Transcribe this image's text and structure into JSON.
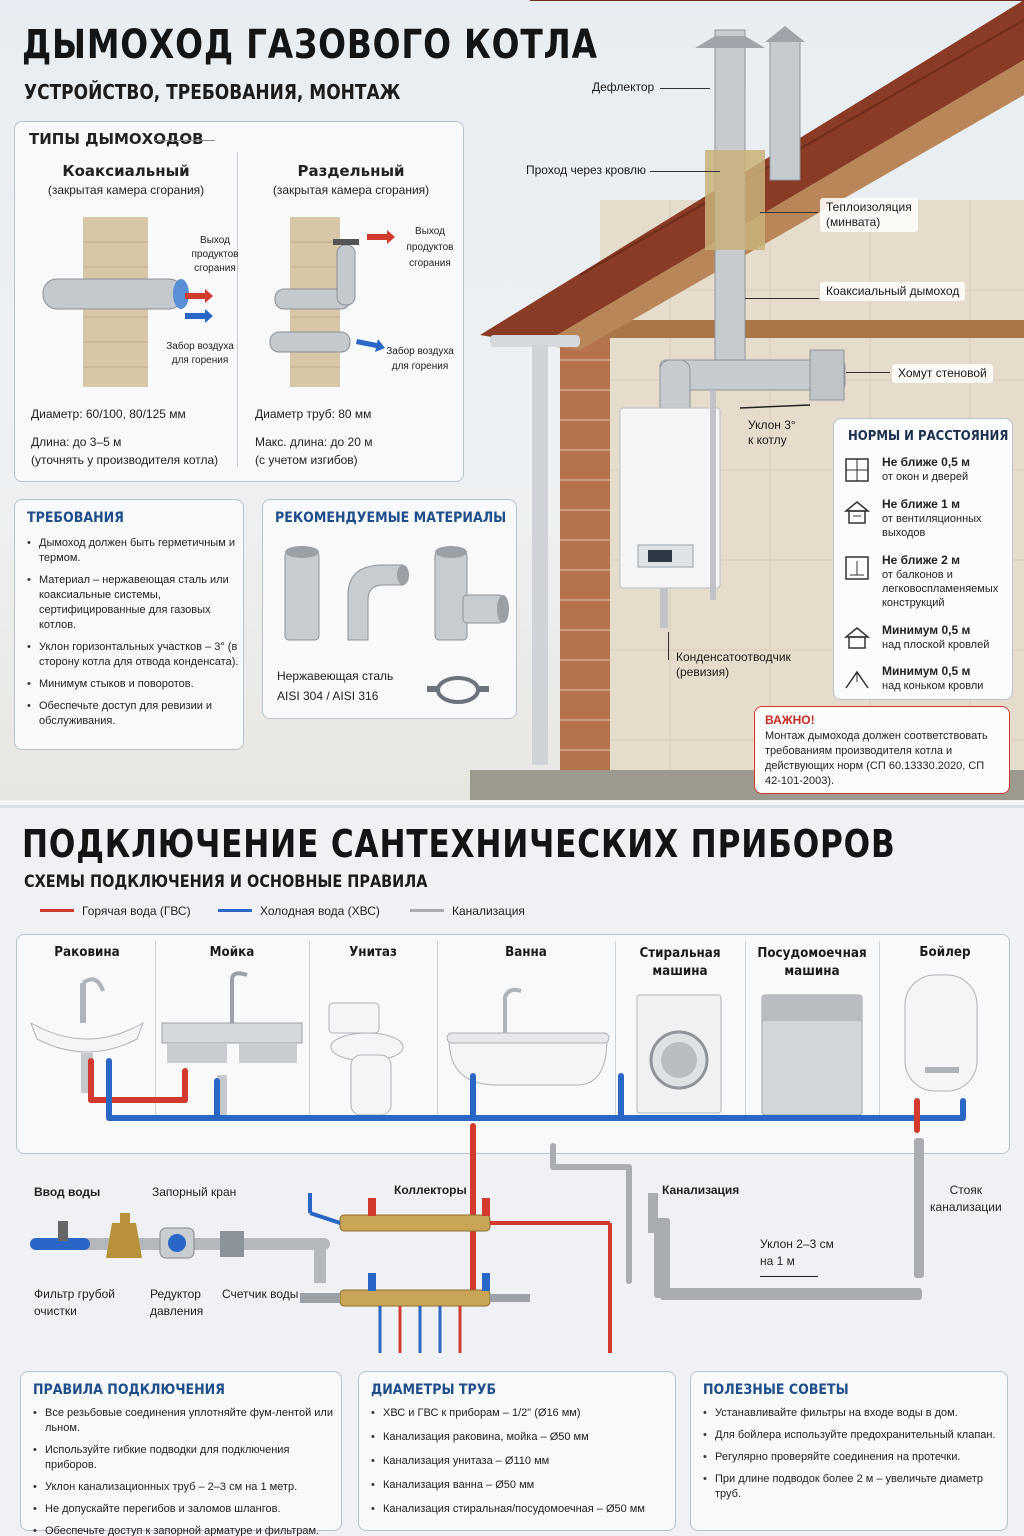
{
  "top": {
    "title": "ДЫМОХОД ГАЗОВОГО КОТЛА",
    "subtitle": "УСТРОЙСТВО, ТРЕБОВАНИЯ, МОНТАЖ",
    "types": {
      "heading": "ТИПЫ ДЫМОХОДОВ",
      "coaxial": {
        "name": "Коаксиальный",
        "note": "(закрытая камера сгорания)",
        "exhaust": "Выход продуктов сгорания",
        "intake": "Забор воздуха для горения",
        "diameter": "Диаметр: 60/100, 80/125 мм",
        "length": "Длина: до 3–5 м",
        "length_note": "(уточнять у производителя котла)"
      },
      "separate": {
        "name": "Раздельный",
        "note": "(закрытая камера сгорания)",
        "exhaust": "Выход продуктов сгорания",
        "intake": "Забор воздуха для горения",
        "diameter": "Диаметр труб: 80 мм",
        "length": "Макс. длина: до 20 м",
        "length_note": "(с учетом изгибов)"
      }
    },
    "requirements": {
      "heading": "ТРЕБОВАНИЯ",
      "items": [
        "Дымоход должен быть герметичным и термом.",
        "Материал – нержавеющая сталь или коаксиальные системы, сертифицированные для газовых котлов.",
        "Уклон горизонтальных участков – 3° (в сторону котла для отвода конденсата).",
        "Минимум стыков и поворотов.",
        "Обеспечьте доступ для ревизии и обслуживания."
      ]
    },
    "materials": {
      "heading": "РЕКОМЕНДУЕМЫЕ МАТЕРИАЛЫ",
      "line1": "Нержавеющая сталь",
      "line2": "AISI 304 / AISI 316"
    },
    "callouts": {
      "deflector": "Дефлектор",
      "roof_pass": "Проход через кровлю",
      "insulation_1": "Теплоизоляция",
      "insulation_2": "(минвата)",
      "coaxial_flue": "Коаксиальный дымоход",
      "wall_clamp": "Хомут стеновой",
      "slope_1": "Уклон 3°",
      "slope_2": "к котлу",
      "condensate_1": "Конденсатоотводчик",
      "condensate_2": "(ревизия)"
    },
    "norms": {
      "heading": "НОРМЫ И РАССТОЯНИЯ",
      "items": [
        {
          "value": "Не ближе 0,5 м",
          "desc": "от окон и дверей"
        },
        {
          "value": "Не ближе 1 м",
          "desc": "от вентиляционных выходов"
        },
        {
          "value": "Не ближе 2 м",
          "desc": "от балконов и легковоспламеняемых конструкций"
        },
        {
          "value": "Минимум 0,5 м",
          "desc": "над плоской кровлей"
        },
        {
          "value": "Минимум 0,5 м",
          "desc": "над коньком кровли"
        }
      ]
    },
    "important": {
      "heading": "ВАЖНО!",
      "text": "Монтаж дымохода должен соответствовать требованиям производителя котла и действующих норм (СП 60.13330.2020, СП 42-101-2003)."
    }
  },
  "bottom": {
    "title": "ПОДКЛЮЧЕНИЕ САНТЕХНИЧЕСКИХ ПРИБОРОВ",
    "subtitle": "СХЕМЫ ПОДКЛЮЧЕНИЯ И ОСНОВНЫЕ ПРАВИЛА",
    "legend": {
      "hot": "Горячая вода (ГВС)",
      "cold": "Холодная вода (ХВС)",
      "sewer": "Канализация",
      "hot_color": "#d23a2e",
      "cold_color": "#2a66c6",
      "sewer_color": "#a9adb2"
    },
    "fixtures": {
      "sink": "Раковина",
      "kitchen_sink": "Мойка",
      "toilet": "Унитаз",
      "bath": "Ванна",
      "washer_1": "Стиральная",
      "washer_2": "машина",
      "dishwasher_1": "Посудомоечная",
      "dishwasher_2": "машина",
      "boiler": "Бойлер"
    },
    "scheme": {
      "water_inlet": "Ввод воды",
      "shutoff": "Запорный кран",
      "filter_1": "Фильтр грубой",
      "filter_2": "очистки",
      "reducer_1": "Редуктор",
      "reducer_2": "давления",
      "meter": "Счетчик воды",
      "collectors": "Коллекторы",
      "sewer": "Канализация",
      "slope_1": "Уклон 2–3 см",
      "slope_2": "на 1 м",
      "riser_1": "Стояк",
      "riser_2": "канализации"
    },
    "rules": {
      "heading": "ПРАВИЛА ПОДКЛЮЧЕНИЯ",
      "items": [
        "Все резьбовые соединения уплотняйте фум-лентой или льном.",
        "Используйте гибкие подводки для подключения приборов.",
        "Уклон канализационных труб – 2–3 см на 1 метр.",
        "Не допускайте перегибов и заломов шлангов.",
        "Обеспечьте доступ к запорной арматуре и фильтрам."
      ]
    },
    "diameters": {
      "heading": "ДИАМЕТРЫ ТРУБ",
      "items": [
        "ХВС и ГВС к приборам – 1/2\" (Ø16 мм)",
        "Канализация раковина, мойка – Ø50 мм",
        "Канализация унитаза – Ø110 мм",
        "Канализация ванна – Ø50 мм",
        "Канализация стиральная/посудомоечная – Ø50 мм"
      ]
    },
    "tips": {
      "heading": "ПОЛЕЗНЫЕ СОВЕТЫ",
      "items": [
        "Устанавливайте фильтры на входе воды в дом.",
        "Для бойлера используйте предохранительный клапан.",
        "Регулярно проверяйте соединения на протечки.",
        "При длине подводок более 2 м – увеличьте диаметр труб."
      ]
    }
  }
}
